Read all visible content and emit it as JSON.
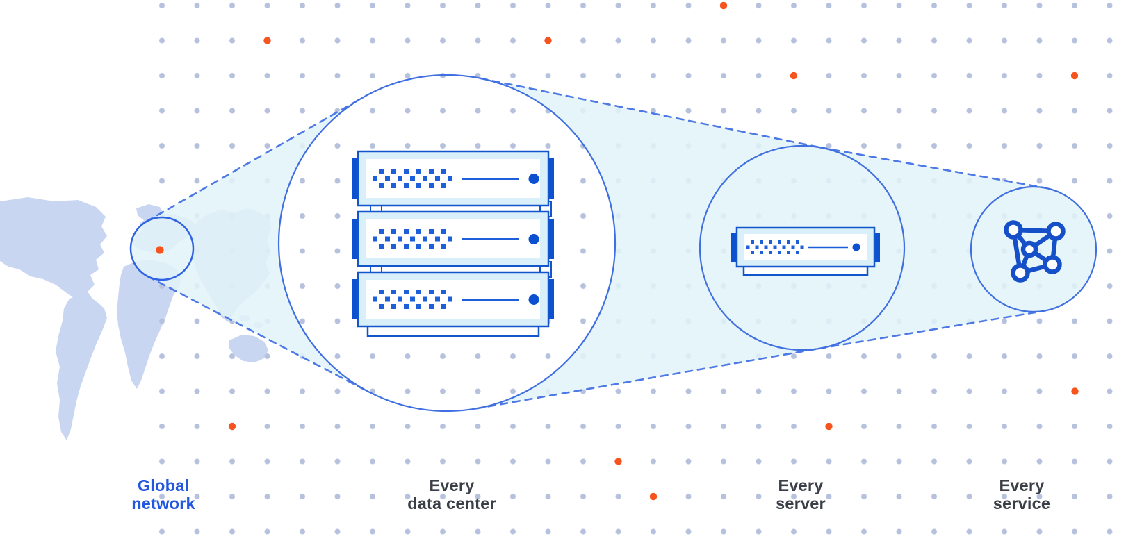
{
  "diagram": {
    "type": "network-architecture-illustration",
    "stages": [
      {
        "id": "global-network",
        "label": "Global\nnetwork",
        "label_color": "#2257e0",
        "icon": "world-map-with-location-dot"
      },
      {
        "id": "every-data-center",
        "label": "Every\ndata center",
        "label_color": "#3a3e46",
        "icon": "server-rack-stack"
      },
      {
        "id": "every-server",
        "label": "Every\nserver",
        "label_color": "#3a3e46",
        "icon": "server-unit"
      },
      {
        "id": "every-service",
        "label": "Every\nservice",
        "label_color": "#3a3e46",
        "icon": "mesh-network-icon"
      }
    ],
    "colors": {
      "label_blue": "#2257e0",
      "label_dark": "#3a3e46",
      "deep_blue": "#0c51cf",
      "server_border_blue": "#1356cc",
      "circle_stroke_blue": "#3f6fe0",
      "dashed_line_blue": "#4d79e6",
      "pale_cyan": "#d9f0fa",
      "beam_cyan": "#e2f3f8",
      "grid_dot_gray_blue": "#b6c1dd",
      "orange": "#f6531e",
      "map_fill": "#c9d6f2",
      "background": "#ffffff"
    }
  }
}
